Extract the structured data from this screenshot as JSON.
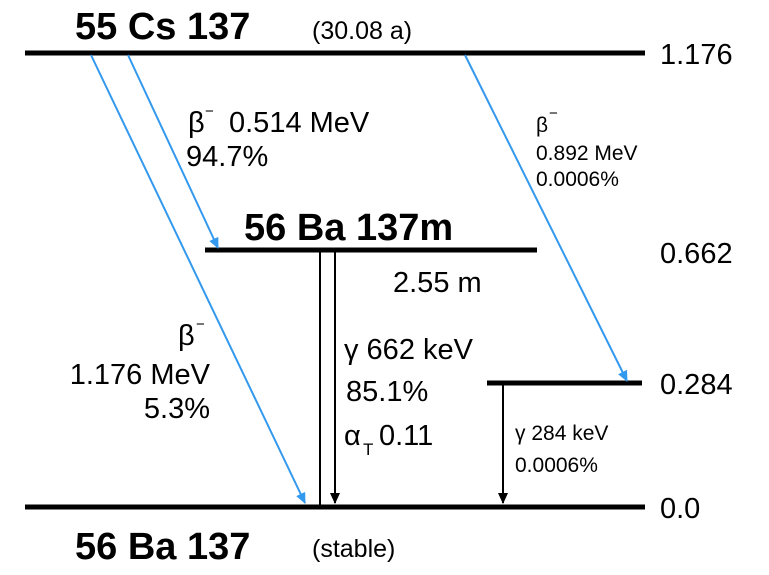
{
  "colors": {
    "level_line": "#000000",
    "beta_arrow": "#3399ee",
    "gamma_arrow": "#000000"
  },
  "levels": {
    "cs137": {
      "name": "55 Cs 137",
      "half_life": "(30.08 a)",
      "energy": "1.176"
    },
    "ba137m": {
      "name": "56 Ba 137m",
      "half_life": "2.55 m",
      "energy": "0.662"
    },
    "level_284": {
      "energy": "0.284"
    },
    "ba137": {
      "name": "56 Ba 137",
      "half_life": "(stable)",
      "energy": "0.0"
    }
  },
  "transitions": {
    "beta_514": {
      "symbol": "β",
      "charge": "−",
      "energy": "0.514 MeV",
      "intensity": "94.7%"
    },
    "beta_892": {
      "symbol": "β",
      "charge": "−",
      "energy": "0.892 MeV",
      "intensity": "0.0006%"
    },
    "beta_1176": {
      "symbol": "β",
      "charge": "−",
      "energy": "1.176 MeV",
      "intensity": "5.3%"
    },
    "gamma_662": {
      "label": "γ 662 keV",
      "intensity": "85.1%",
      "alpha_symbol": "α",
      "alpha_subscript": "T",
      "alpha_value": "0.11"
    },
    "gamma_284": {
      "label": "γ 284 keV",
      "intensity": "0.0006%"
    }
  }
}
